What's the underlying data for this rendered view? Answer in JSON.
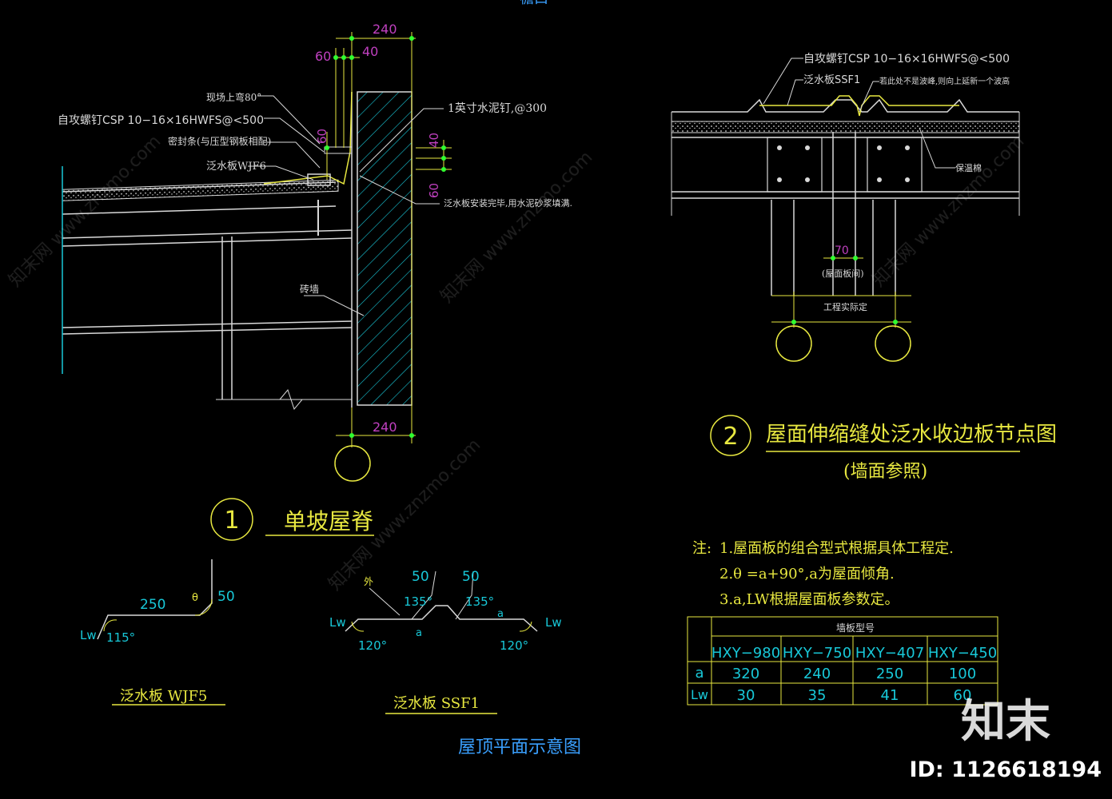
{
  "colors": {
    "background": "#000000",
    "line_white": "#d9d9d9",
    "line_cyan": "#18c8d8",
    "line_yellow": "#e8e840",
    "line_magenta": "#c040c0",
    "dim_green": "#30ff30",
    "text_blue": "#3aa0ff"
  },
  "top_cut_label": "檐口",
  "detail1": {
    "dims": {
      "top_240": "240",
      "d60": "60",
      "d40": "40",
      "v60": "60",
      "r40": "40",
      "r60": "60",
      "bottom_240": "240"
    },
    "annotations": {
      "site_bend": "现场上弯80°",
      "screw": "自攻螺钉CSP 10−16×16HWFS@<500",
      "seal_strip": "密封条(与压型钢板相配)",
      "flashing": "泛水板WJF6",
      "rivet": "1英寸水泥钉,@300",
      "fill_note": "泛水板安装完毕,用水泥砂浆填满.",
      "wall": "砖墙"
    },
    "number": "1",
    "title": "单坡屋脊"
  },
  "detail2": {
    "annotations": {
      "screw": "自攻螺钉CSP 10−16×16HWFS@<500",
      "flashing": "泛水板SSF1",
      "extension": "若此处不是波峰,则向上延新一个波高",
      "insulation": "保温棉",
      "gap_dim": "70",
      "gap_label": "(屋面板间)",
      "project_note": "工程实际定"
    },
    "number": "2",
    "title": "屋面伸缩缝处泛水收边板节点图",
    "subtitle": "(墙面参照)"
  },
  "notes": {
    "prefix": "注:",
    "lines": [
      "1.屋面板的组合型式根据具体工程定.",
      "2.θ =a+90°,a为屋面倾角.",
      "3.a,LW根据屋面板参数定。"
    ]
  },
  "wjf5": {
    "dims": {
      "len250": "250",
      "theta": "θ",
      "len50": "50",
      "lw": "Lw",
      "angle": "115°"
    },
    "label": "泛水板 WJF5"
  },
  "ssf1": {
    "dims": {
      "outer": "外",
      "top50_l": "50",
      "top50_r": "50",
      "a135_l": "135°",
      "a135_r": "135°",
      "a_l": "a",
      "a_r": "a",
      "lw_l": "Lw",
      "lw_r": "Lw",
      "a120_l": "120°",
      "a120_r": "120°"
    },
    "label": "泛水板 SSF1"
  },
  "roof_plan_title": "屋顶平面示意图",
  "table": {
    "group_header": "墙板型号",
    "columns": [
      "HXY−980",
      "HXY−750",
      "HXY−407",
      "HXY−450"
    ],
    "rows": [
      {
        "label": "a",
        "values": [
          "320",
          "240",
          "250",
          "100"
        ]
      },
      {
        "label": "Lw",
        "values": [
          "30",
          "35",
          "41",
          "60"
        ]
      }
    ]
  },
  "watermark": {
    "brand": "知末",
    "id": "ID: 1126618194",
    "diagonal": "知末网 www.znzmo.com"
  }
}
